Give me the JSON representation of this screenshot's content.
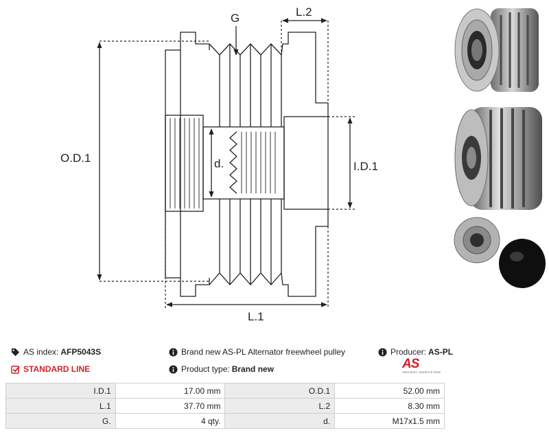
{
  "dimensions": {
    "g_label": "G",
    "l2_label": "L.2",
    "od1_label": "O.D.1",
    "d_label": "d.",
    "id1_label": "I.D.1",
    "l1_label": "L.1"
  },
  "photos": {
    "photo1": "pulley-front-photo",
    "photo2": "pulley-side-photo",
    "photo3": "pulley-parts-photo"
  },
  "info": {
    "as_index_label": "AS index:",
    "as_index_value": "AFP5043S",
    "standard_line": "STANDARD LINE",
    "description": "Brand new AS-PL Alternator freewheel pulley",
    "producer_label": "Producer:",
    "producer_value": "AS-PL",
    "product_type_label": "Product type:",
    "product_type_value": "Brand new"
  },
  "logo": {
    "mark": "AS",
    "tagline": "Alternators, Starters & Parts"
  },
  "specs": [
    {
      "label": "I.D.1",
      "value": "17.00 mm",
      "label2": "O.D.1",
      "value2": "52.00 mm"
    },
    {
      "label": "L.1",
      "value": "37.70 mm",
      "label2": "L.2",
      "value2": "8.30 mm"
    },
    {
      "label": "G.",
      "value": "4 qty.",
      "label2": "d.",
      "value2": "M17x1.5 mm"
    }
  ],
  "colors": {
    "accent_red": "#d0202a",
    "table_label_bg": "#ececec",
    "table_border": "#cfcfcf"
  }
}
